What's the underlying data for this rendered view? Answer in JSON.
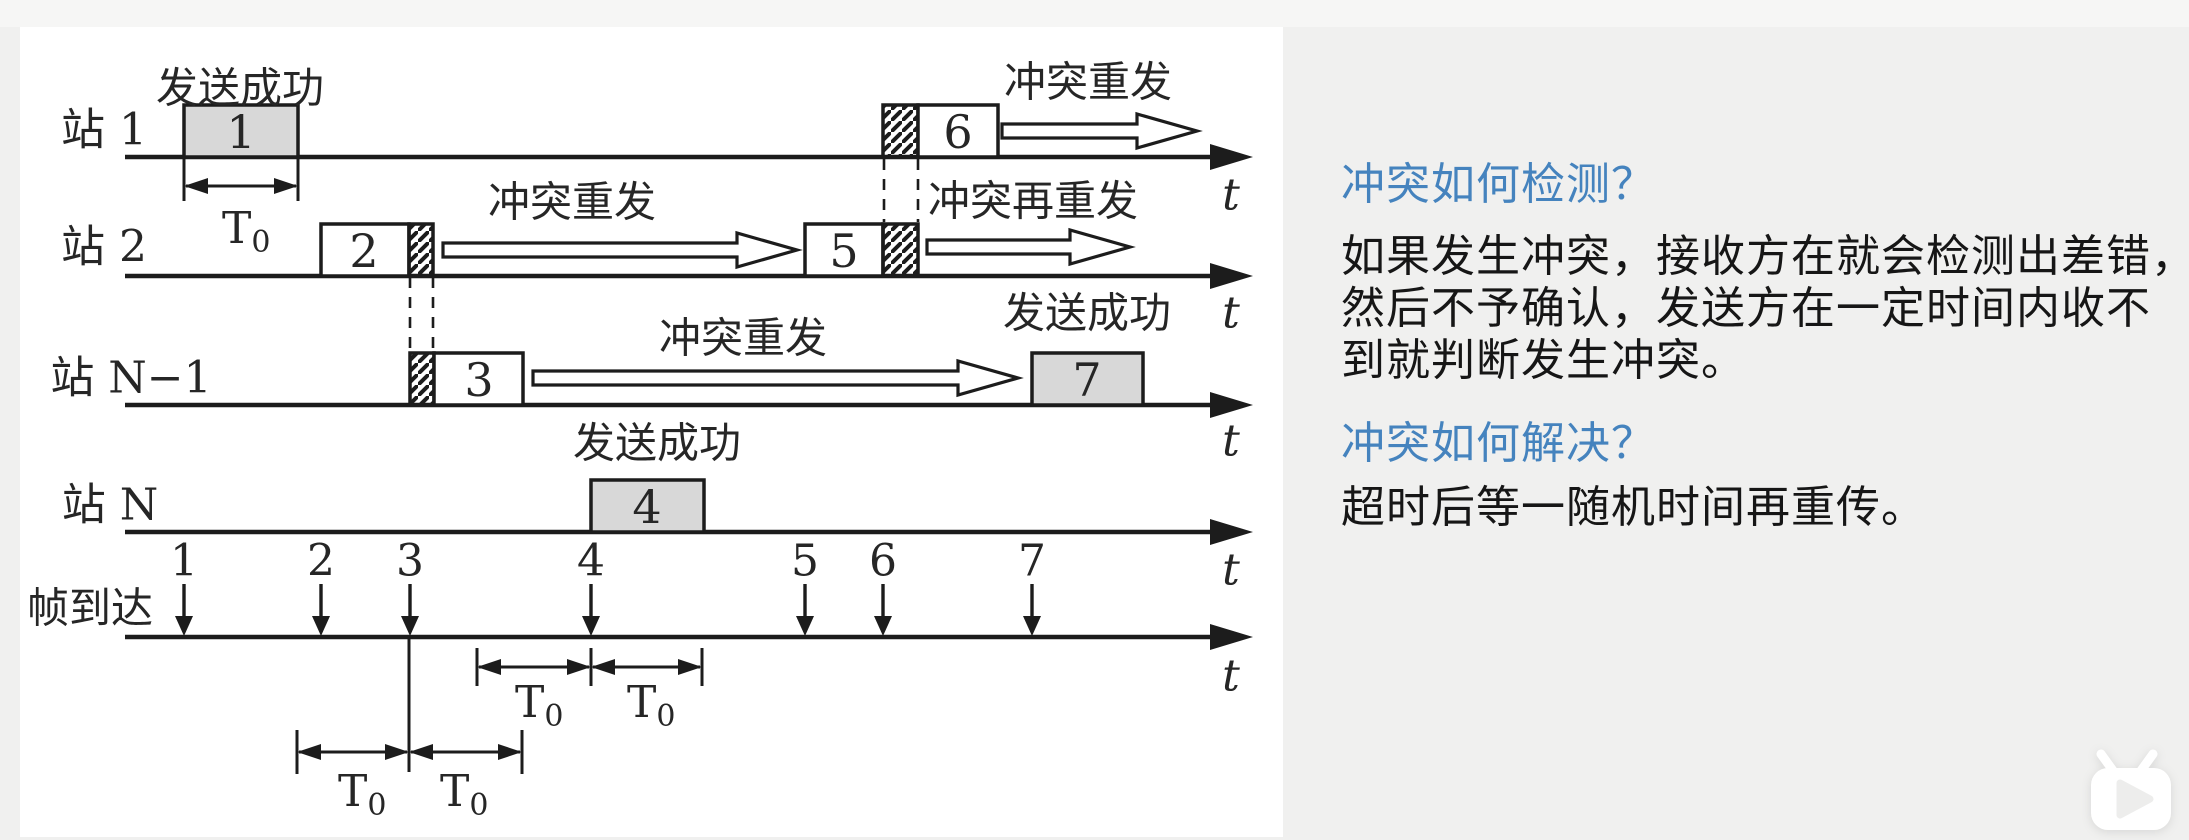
{
  "diagram": {
    "stations": [
      {
        "label": "站 1"
      },
      {
        "label": "站 2"
      },
      {
        "label": "站 N−1"
      },
      {
        "label": "站 N"
      }
    ],
    "arrival_row_label": "帧到达",
    "time_axis_label": "t",
    "frames": [
      {
        "n": "1"
      },
      {
        "n": "2"
      },
      {
        "n": "3"
      },
      {
        "n": "4"
      },
      {
        "n": "5"
      },
      {
        "n": "6"
      },
      {
        "n": "7"
      }
    ],
    "arrival_ticks": [
      "1",
      "2",
      "3",
      "4",
      "5",
      "6",
      "7"
    ],
    "annotations": {
      "send_success": "发送成功",
      "collision_resend": "冲突重发",
      "collision_resend_again": "冲突再重发"
    },
    "timeout_label": {
      "base": "T",
      "sub": "0"
    },
    "colors": {
      "frame_fill": "#d8d8d8",
      "frame_stroke": "#1c1c1c",
      "panel_bg": "#ffffff"
    }
  },
  "sidebar": {
    "question1": "冲突如何检测？",
    "answer1_lines": [
      "如果发生冲突，接收方在就会检测出差错，",
      "然后不予确认，发送方在一定时间内收不",
      "到就判断发生冲突。"
    ],
    "question2": "冲突如何解决？",
    "answer2": "超时后等一随机时间再重传。",
    "accent_color": "#4583be",
    "text_color": "#161616"
  },
  "player": {
    "play_icon": "tv-play"
  }
}
